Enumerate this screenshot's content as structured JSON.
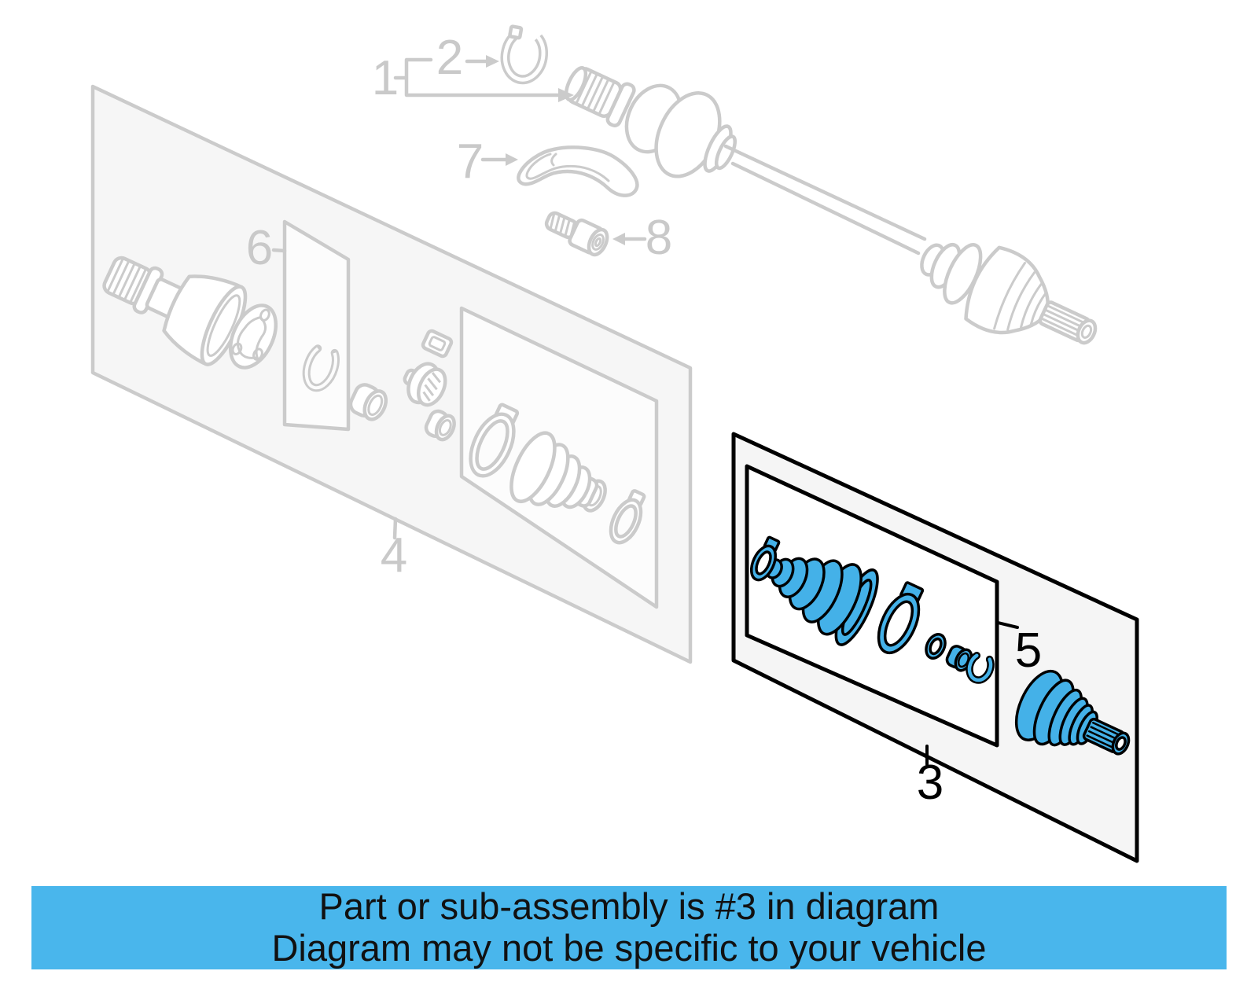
{
  "banner": {
    "line1": "Part or sub-assembly is #3 in diagram",
    "line2": "Diagram may not be specific to your vehicle"
  },
  "callouts": {
    "n1": "1",
    "n2": "2",
    "n3": "3",
    "n4": "4",
    "n5": "5",
    "n6": "6",
    "n7": "7",
    "n8": "8"
  },
  "highlighted_callout": "3",
  "colors": {
    "line_gray": "#cbcbcb",
    "panel_fill": "#f6f6f6",
    "highlight_outline": "#000000",
    "highlight_blue": "#44b1e8",
    "banner_blue": "#49b6ec",
    "banner_text": "#111111"
  },
  "icons": {
    "diagram": "cv-axle-parts-diagram",
    "highlighted_part": "cv-joint-boot-kit"
  }
}
